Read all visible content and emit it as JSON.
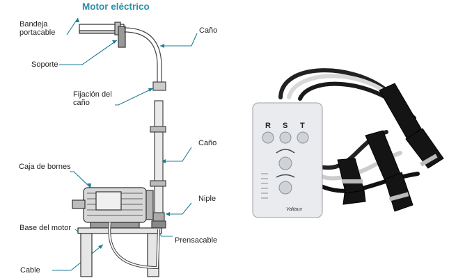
{
  "title": "Motor eléctrico",
  "labels": {
    "bandeja": "Bandeja portacable",
    "soporte": "Soporte",
    "cano_top": "Caño",
    "fijacion": "Fijación del caño",
    "cano_mid": "Caño",
    "caja": "Caja de bornes",
    "niple": "Niple",
    "base": "Base del motor",
    "prensacable": "Prensacable",
    "cable": "Cable"
  },
  "device": {
    "phases": [
      "R",
      "S",
      "T"
    ],
    "brand": "Valtaux"
  },
  "colors": {
    "accent": "#2a8fa8",
    "leader": "#1d7d96"
  }
}
